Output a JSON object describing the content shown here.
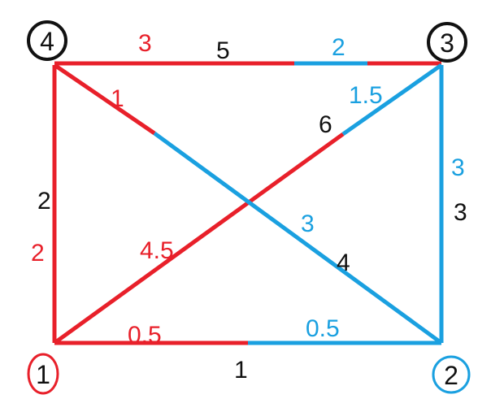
{
  "colors": {
    "red": "#e8202a",
    "blue": "#1aa0e0",
    "black": "#111111"
  },
  "nodes": {
    "n1": "1",
    "n2": "2",
    "n3": "3",
    "n4": "4"
  },
  "edges": {
    "e41": {
      "black": "2",
      "red": "2"
    },
    "e12": {
      "black": "1",
      "red": "0.5",
      "blue": "0.5"
    },
    "e23": {
      "black": "3",
      "blue": "3"
    },
    "e43": {
      "black": "5",
      "red": "3",
      "blue": "2"
    },
    "e13": {
      "black": "6",
      "red": "4.5",
      "blue": "1.5"
    },
    "e42": {
      "black": "4",
      "red": "1",
      "blue": "3"
    }
  }
}
